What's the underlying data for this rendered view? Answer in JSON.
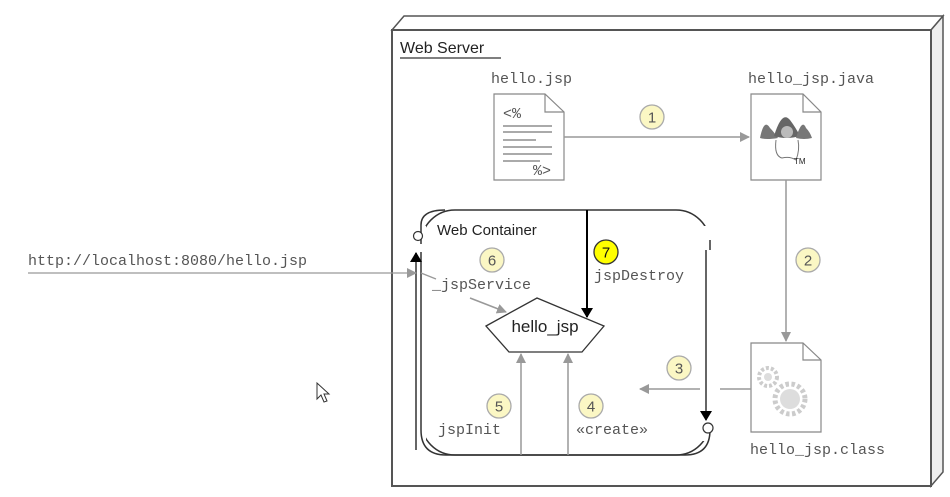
{
  "diagram": {
    "web_server": {
      "label": "Web Server"
    },
    "web_container": {
      "label": "Web Container"
    },
    "request_url": "http://localhost:8080/hello.jsp",
    "files": {
      "jsp": {
        "label": "hello.jsp",
        "open_tag": "<%",
        "close_tag": "%>"
      },
      "java": {
        "label": "hello_jsp.java",
        "tm": "TM"
      },
      "class": {
        "label": "hello_jsp.class"
      }
    },
    "instance": {
      "label": "hello_jsp"
    },
    "methods": {
      "service": "_jspService",
      "destroy": "jspDestroy",
      "init": "jspInit",
      "create": "«create»"
    },
    "steps": [
      {
        "n": "1",
        "color": "#fbf7c4"
      },
      {
        "n": "2",
        "color": "#fbf7c4"
      },
      {
        "n": "3",
        "color": "#fbf7c4"
      },
      {
        "n": "4",
        "color": "#fbf7c4"
      },
      {
        "n": "5",
        "color": "#fbf7c4"
      },
      {
        "n": "6",
        "color": "#fbf7c4"
      },
      {
        "n": "7",
        "color": "#ffff00"
      }
    ],
    "colors": {
      "arrow_gray": "#999999",
      "arrow_black": "#000000",
      "badge_border": "#aaaaaa"
    }
  }
}
